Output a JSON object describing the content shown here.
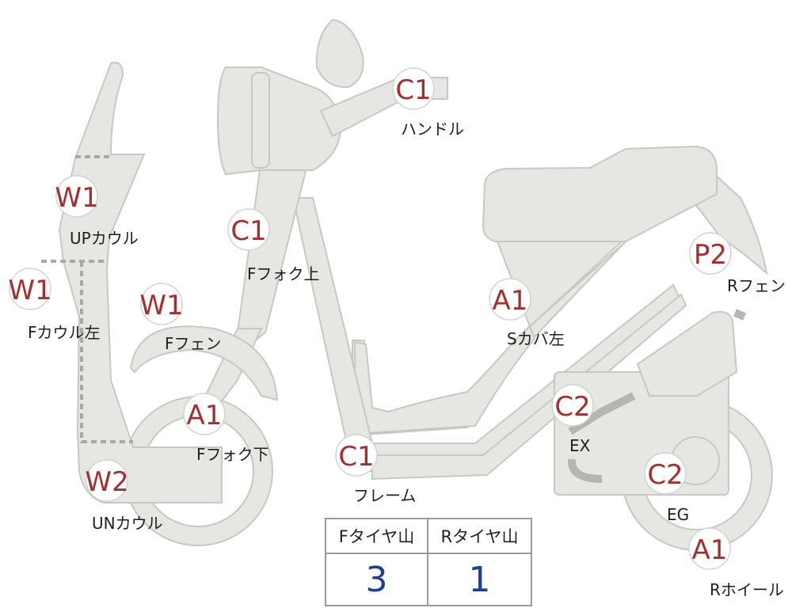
{
  "parts": [
    {
      "id": "handle",
      "code": "C1",
      "label": "ハンドル"
    },
    {
      "id": "up-cowl",
      "code": "W1",
      "label": "UPカウル"
    },
    {
      "id": "f-fork-upper",
      "code": "C1",
      "label": "Fフォク上"
    },
    {
      "id": "f-cowl-left",
      "code": "W1",
      "label": "Fカウル左"
    },
    {
      "id": "f-fender",
      "code": "W1",
      "label": "Fフェン"
    },
    {
      "id": "s-cover-left",
      "code": "A1",
      "label": "Sカバ左"
    },
    {
      "id": "r-fender",
      "code": "P2",
      "label": "Rフェン"
    },
    {
      "id": "f-fork-lower",
      "code": "A1",
      "label": "Fフォク下"
    },
    {
      "id": "ex",
      "code": "C2",
      "label": "EX"
    },
    {
      "id": "frame",
      "code": "C1",
      "label": "フレーム"
    },
    {
      "id": "un-cowl",
      "code": "W2",
      "label": "UNカウル"
    },
    {
      "id": "eg",
      "code": "C2",
      "label": "EG"
    },
    {
      "id": "r-wheel",
      "code": "A1",
      "label": "Rホイール"
    }
  ],
  "tire_table": {
    "headers": [
      "Fタイヤ山",
      "Rタイヤ山"
    ],
    "values": [
      "3",
      "1"
    ]
  },
  "colors": {
    "code": "#a3302f",
    "value": "#1f3f8f",
    "part": "#e6e6e3"
  }
}
